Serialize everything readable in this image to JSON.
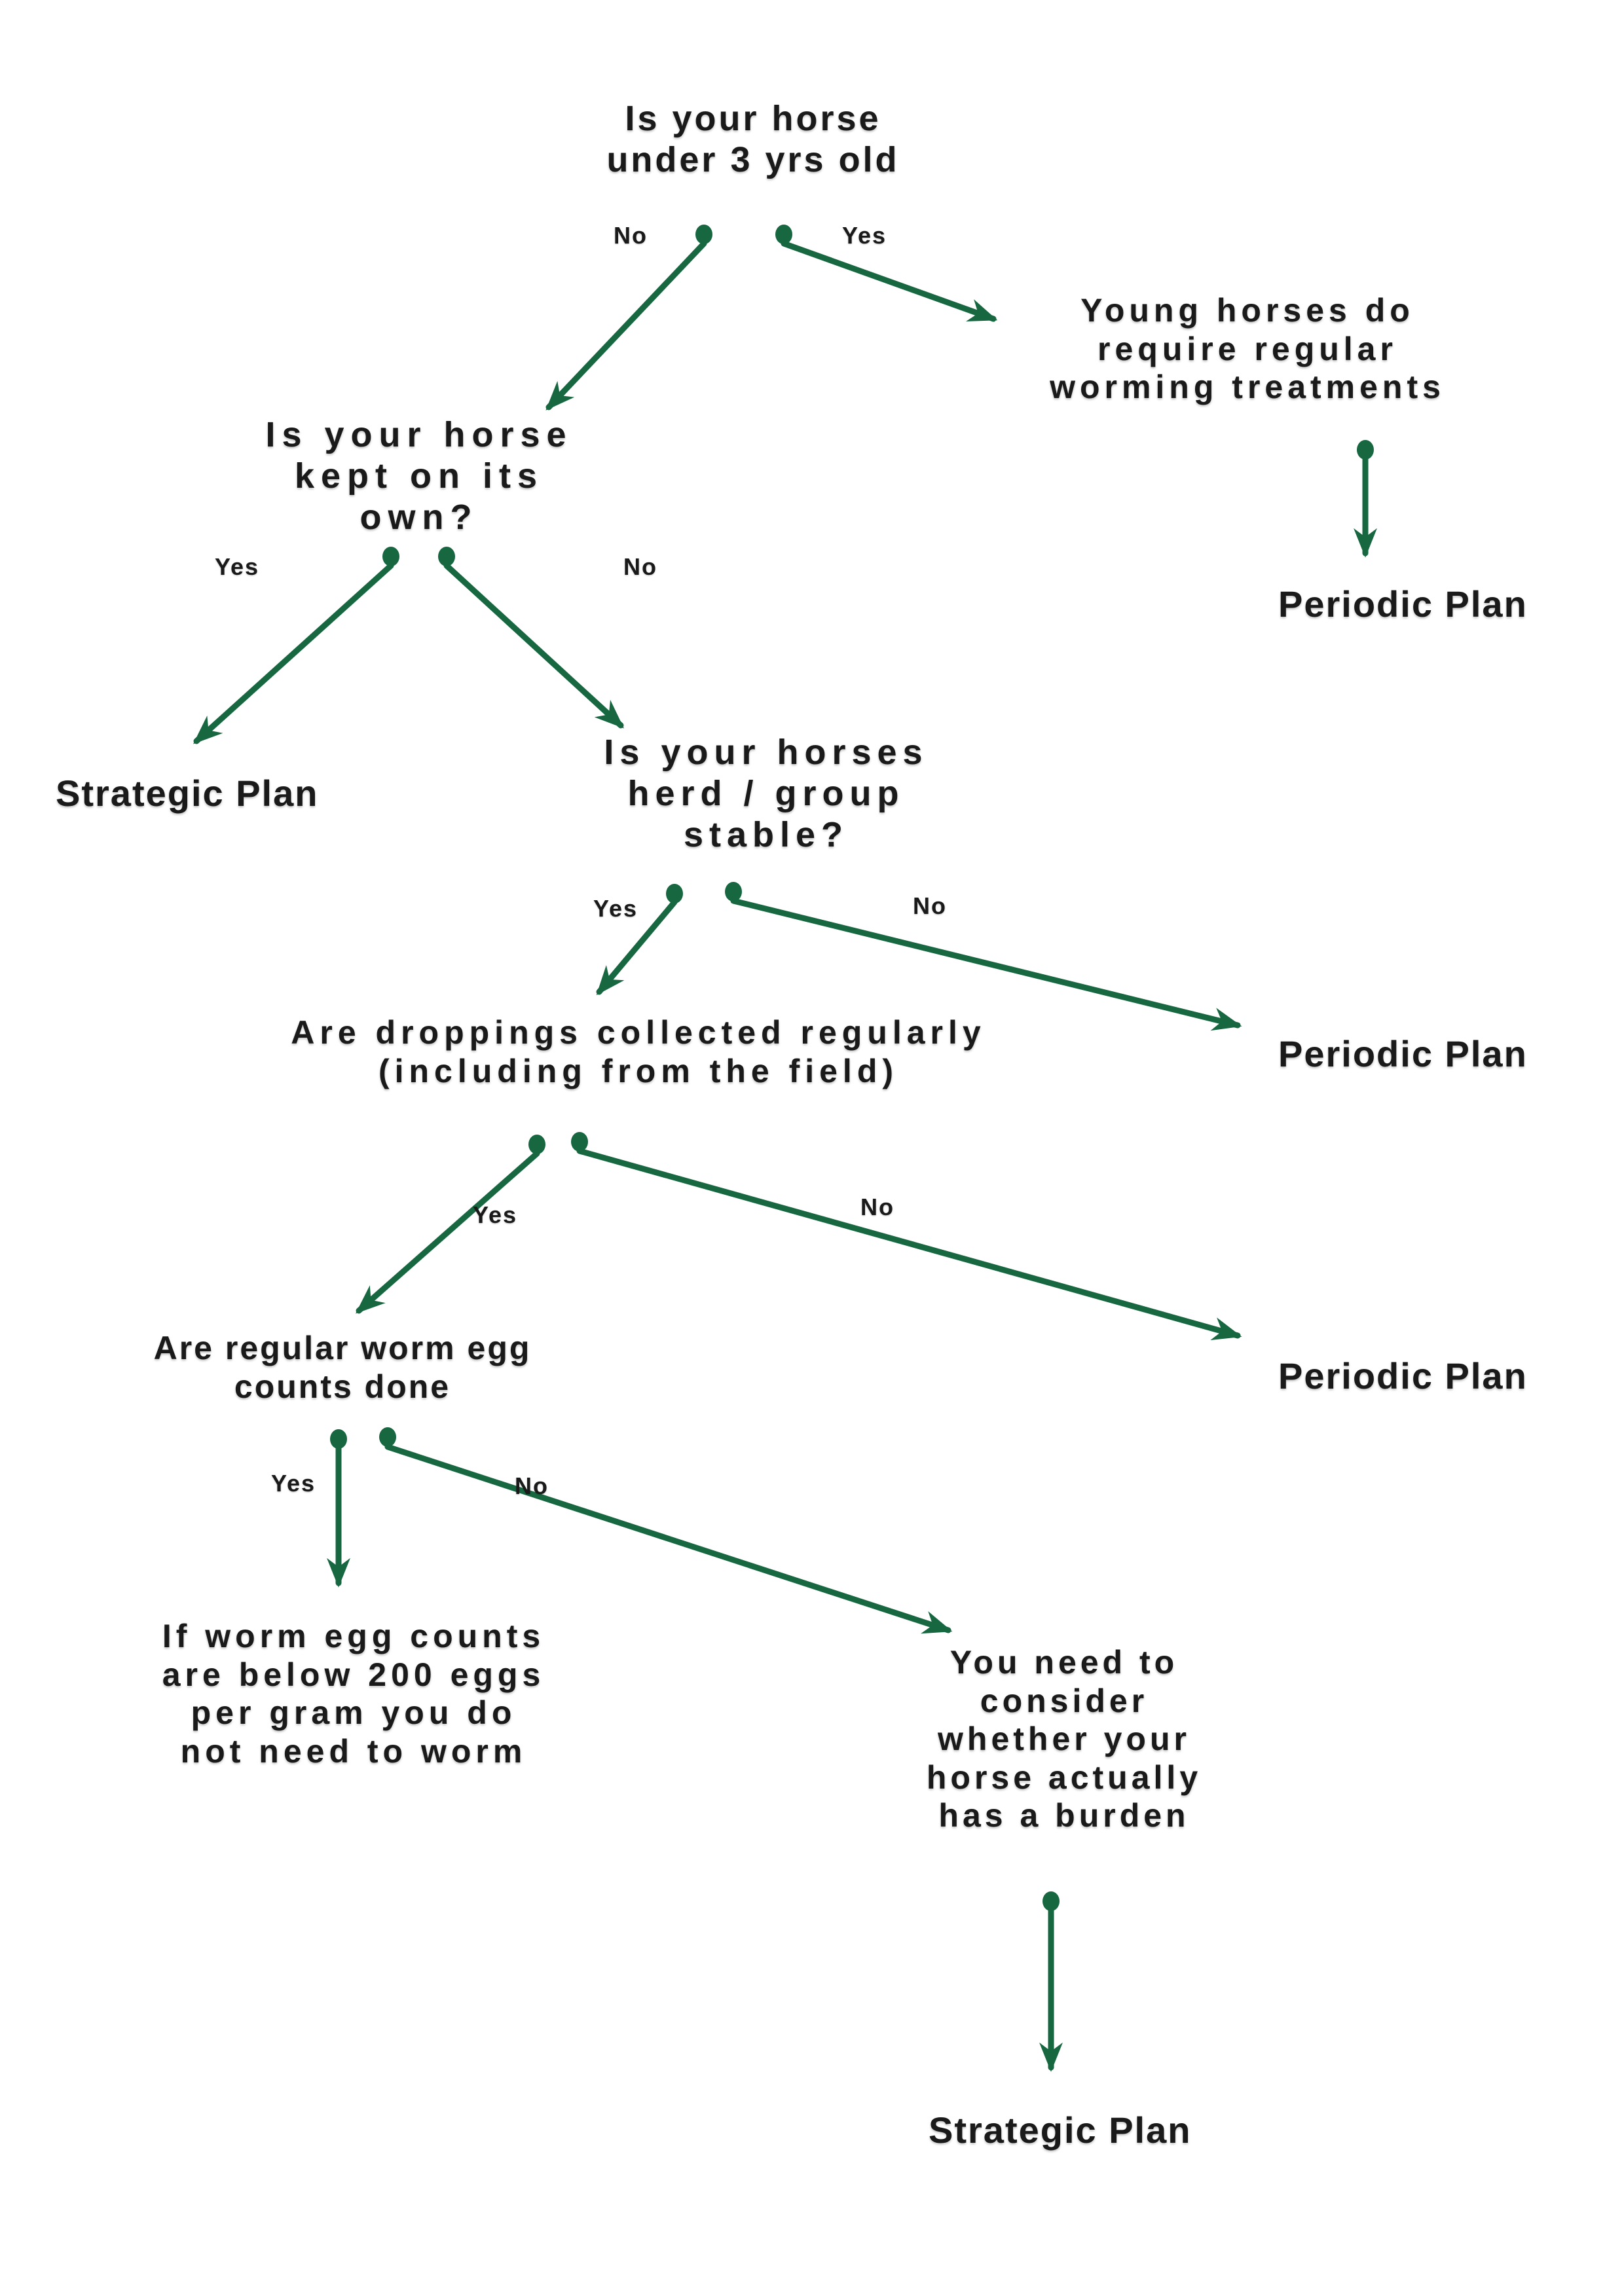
{
  "colors": {
    "arrow": "#176840",
    "text": "#1a1a1a",
    "background": "#ffffff"
  },
  "nodes": {
    "q1": {
      "role": "question",
      "lines": [
        "Is your horse",
        "under 3 yrs old"
      ]
    },
    "young": {
      "role": "outcome",
      "lines": [
        "Young horses do",
        "require regular",
        "worming treatments"
      ]
    },
    "periodic1": {
      "role": "plan",
      "lines": [
        "Periodic Plan"
      ]
    },
    "q2": {
      "role": "question",
      "lines": [
        "Is your horse",
        "kept on its",
        "own?"
      ]
    },
    "strategic1": {
      "role": "plan",
      "lines": [
        "Strategic Plan"
      ]
    },
    "q3": {
      "role": "question",
      "lines": [
        "Is your horses",
        "herd / group",
        "stable?"
      ]
    },
    "periodic2": {
      "role": "plan",
      "lines": [
        "Periodic Plan"
      ]
    },
    "q4": {
      "role": "question",
      "lines": [
        "Are droppings collected regularly",
        "(including from the field)"
      ]
    },
    "periodic3": {
      "role": "plan",
      "lines": [
        "Periodic Plan"
      ]
    },
    "q5": {
      "role": "question",
      "lines": [
        "Are regular worm egg",
        "counts done"
      ]
    },
    "ifworm": {
      "role": "outcome",
      "lines": [
        "If worm egg counts",
        "are below 200 eggs",
        "per gram you do",
        "not need to worm"
      ]
    },
    "youneed": {
      "role": "outcome",
      "lines": [
        "You need to",
        "consider",
        "whether your",
        "horse actually",
        "has a burden"
      ]
    },
    "strategic2": {
      "role": "plan",
      "lines": [
        "Strategic Plan"
      ]
    }
  },
  "edge_labels": {
    "no1": "No",
    "yes1": "Yes",
    "yes2": "Yes",
    "no2": "No",
    "yes3": "Yes",
    "no3": "No",
    "yes4": "Yes",
    "no4": "No",
    "yes5": "Yes",
    "no5": "No"
  }
}
